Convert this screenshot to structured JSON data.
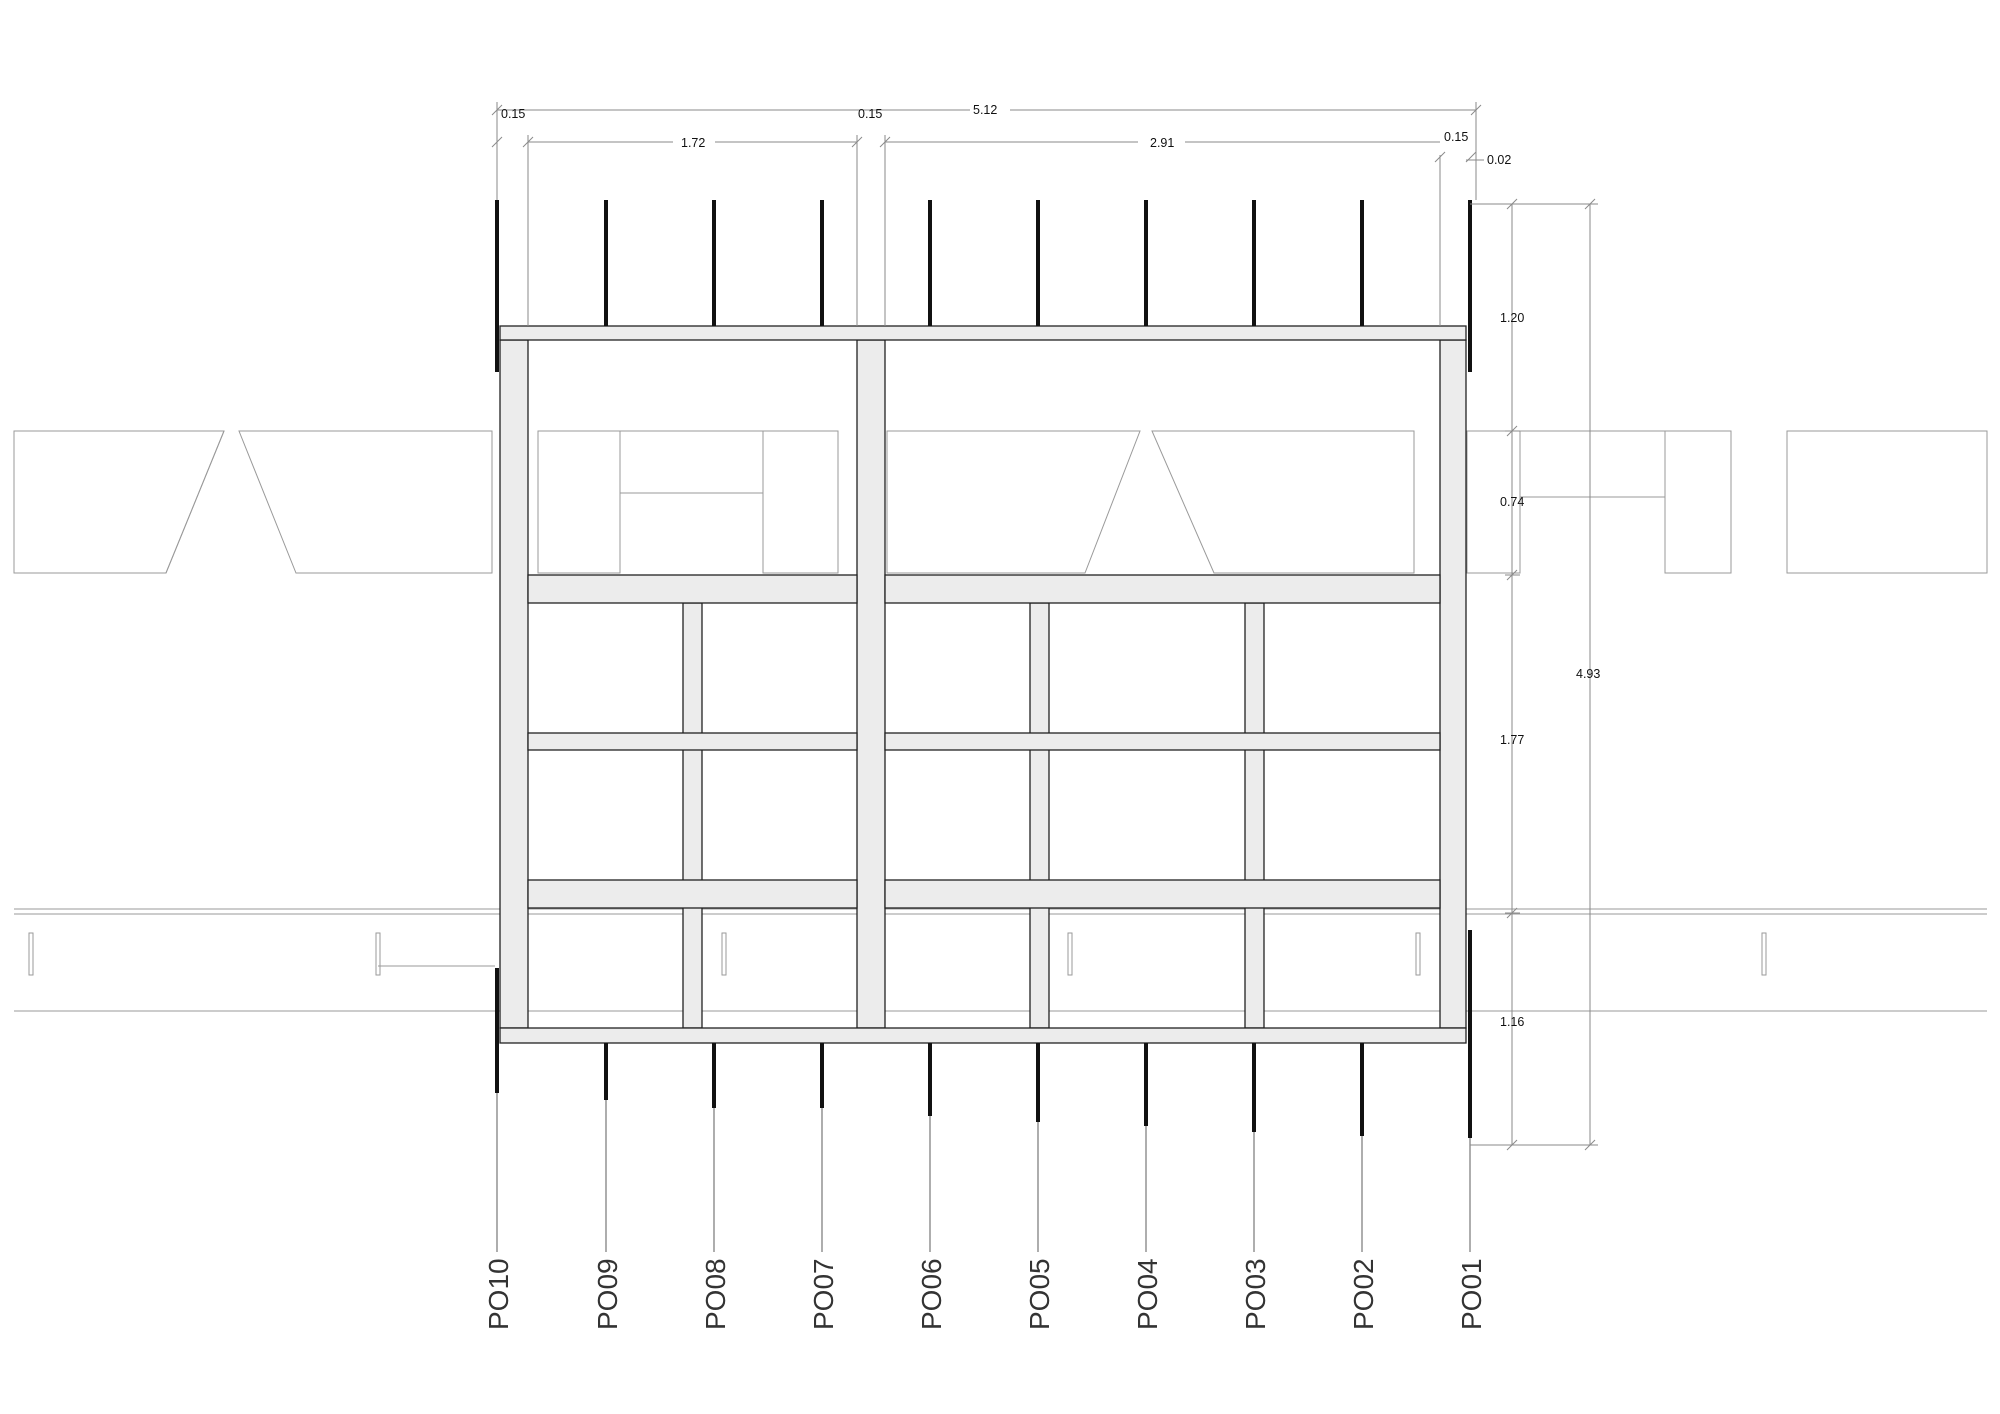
{
  "dimensions": {
    "top": {
      "overall": "5.12",
      "left_margin": "0.15",
      "left_span": "1.72",
      "middle": "0.15",
      "right_span": "2.91",
      "right_margin": "0.15",
      "edge": "0.02"
    },
    "right": {
      "upper": "1.20",
      "ground": "0.74",
      "middle": "1.77",
      "lower": "1.16",
      "overall": "4.93"
    }
  },
  "posts": [
    "PO10",
    "PO09",
    "PO08",
    "PO07",
    "PO06",
    "PO05",
    "PO04",
    "PO03",
    "PO02",
    "PO01"
  ],
  "colors": {
    "member_fill": "#ececec",
    "line": "#222222",
    "hatch": "#9a9a9a"
  }
}
